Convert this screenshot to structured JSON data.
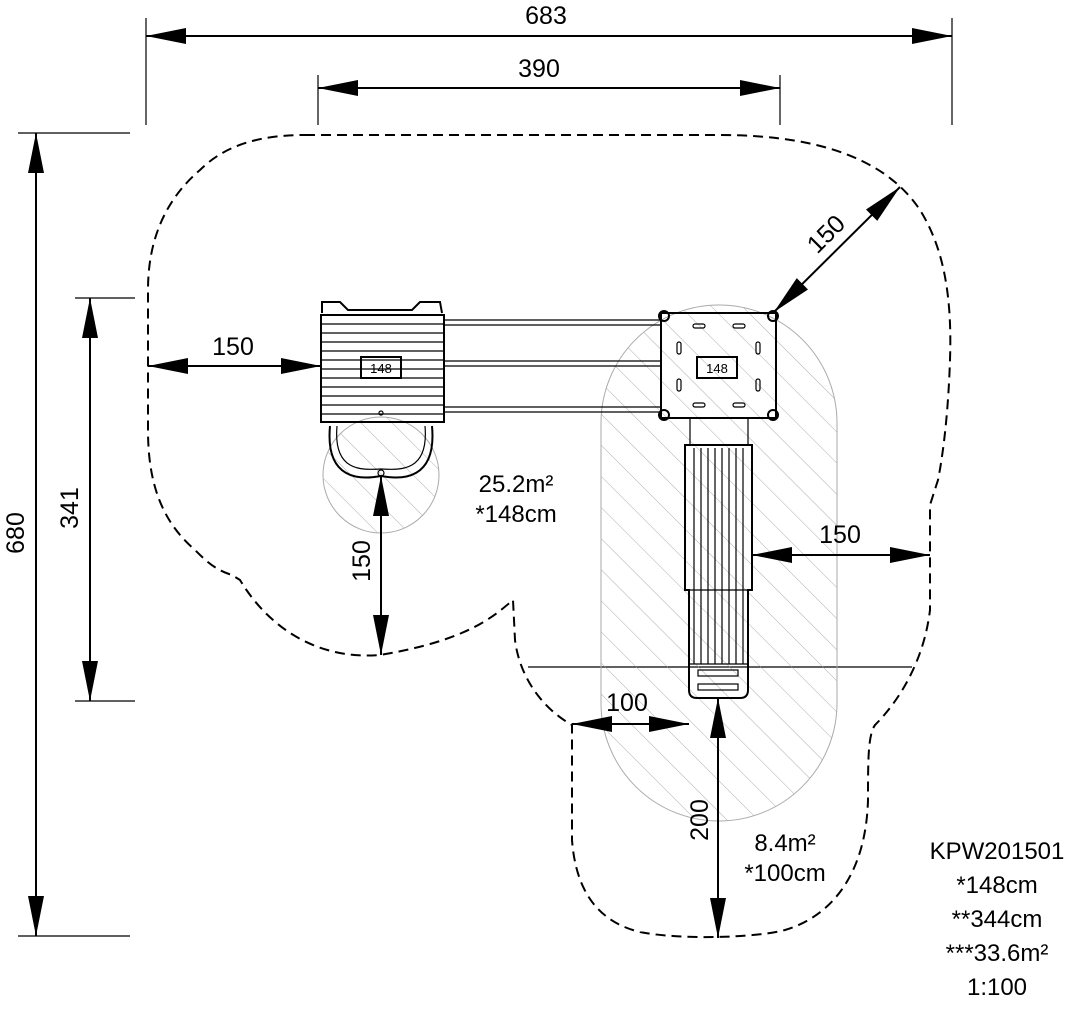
{
  "drawing": {
    "dimensions": {
      "overall_width": "683",
      "inner_width": "390",
      "overall_height": "680",
      "inner_height": "341",
      "left_clearance": "150",
      "corner_clearance": "150",
      "right_clearance": "150",
      "bottom_left_clearance": "150",
      "slide_side_clearance": "100",
      "slide_exit_clearance": "200"
    },
    "platform_labels": {
      "left": "148",
      "right": "148"
    },
    "zones": {
      "main_area": "25.2m²",
      "main_height": "*148cm",
      "slide_area": "8.4m²",
      "slide_height": "*100cm"
    },
    "info": {
      "code": "KPW201501",
      "height": "*148cm",
      "length": "**344cm",
      "area": "***33.6m²",
      "scale": "1:100"
    }
  }
}
